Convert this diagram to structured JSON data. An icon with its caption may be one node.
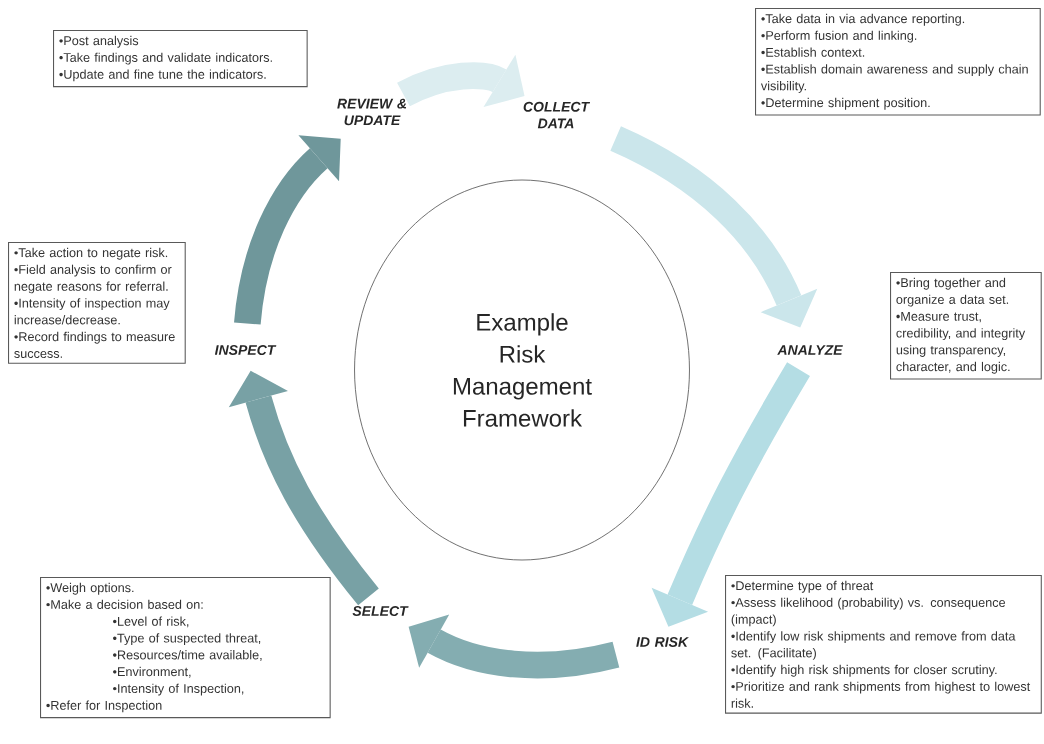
{
  "diagram": {
    "nodes": [
      {
        "text": [
          "Example Risk Management Framework"
        ]
      },
      {
        "text": [
          "•Post analysis",
          "•Take findings and validate indicators.",
          "•Update and fine tune the indicators."
        ]
      },
      {
        "text": [
          "REVIEW & UPDATE"
        ]
      },
      {
        "text": [
          "COLLECT DATA"
        ]
      },
      {
        "text": [
          "•Take data in via advance reporting.",
          "•Perform fusion and linking.",
          "•Establish context.",
          "•Establish domain awareness and supply chain visibility.",
          "•Determine shipment position."
        ]
      },
      {
        "text": [
          "ANALYZE"
        ]
      },
      {
        "text": [
          "•Bring together and organize a data set.",
          "•Measure trust, credibility, and integrity using transparency, character, and logic."
        ]
      },
      {
        "text": [
          "ID RISK"
        ]
      },
      {
        "text": [
          "•Determine type of threat",
          "•Assess likelihood (probability) vs. consequence (impact)",
          "•Identify low risk shipments and remove from data set. (Facilitate)",
          "•Identify high risk shipments for closer scrutiny.",
          "•Prioritize and rank shipments from highest to lowest risk."
        ]
      },
      {
        "text": [
          "SELECT"
        ]
      },
      {
        "text": [
          "•Weigh options.",
          "•Make a decision based on:",
          "•Level of risk,",
          "•Type of suspected threat,",
          "•Resources/time available,",
          "•Environment,",
          "•Intensity of Inspection,",
          "•Refer for Inspection"
        ]
      },
      {
        "text": [
          "•Take action to negate risk.",
          "•Field analysis to confirm or negate reasons for referral.",
          "•Intensity of inspection may increase/decrease.",
          "•Record findings to measure success."
        ]
      },
      {
        "text": [
          "INSPECT"
        ]
      }
    ],
    "edges": [
      {
        "from": 2,
        "to": 3,
        "arrow": "to",
        "color": "#dcedf0"
      },
      {
        "from": 3,
        "to": 5,
        "arrow": "to",
        "color": "#cbe6eb"
      },
      {
        "from": 5,
        "to": 7,
        "arrow": "to",
        "color": "#b4dde4"
      },
      {
        "from": 7,
        "to": 9,
        "arrow": "to",
        "color": "#84adb1"
      },
      {
        "from": 9,
        "to": 12,
        "arrow": "to",
        "color": "#78a1a5"
      },
      {
        "from": 12,
        "to": 2,
        "arrow": "to",
        "color": "#6f979b"
      }
    ]
  }
}
